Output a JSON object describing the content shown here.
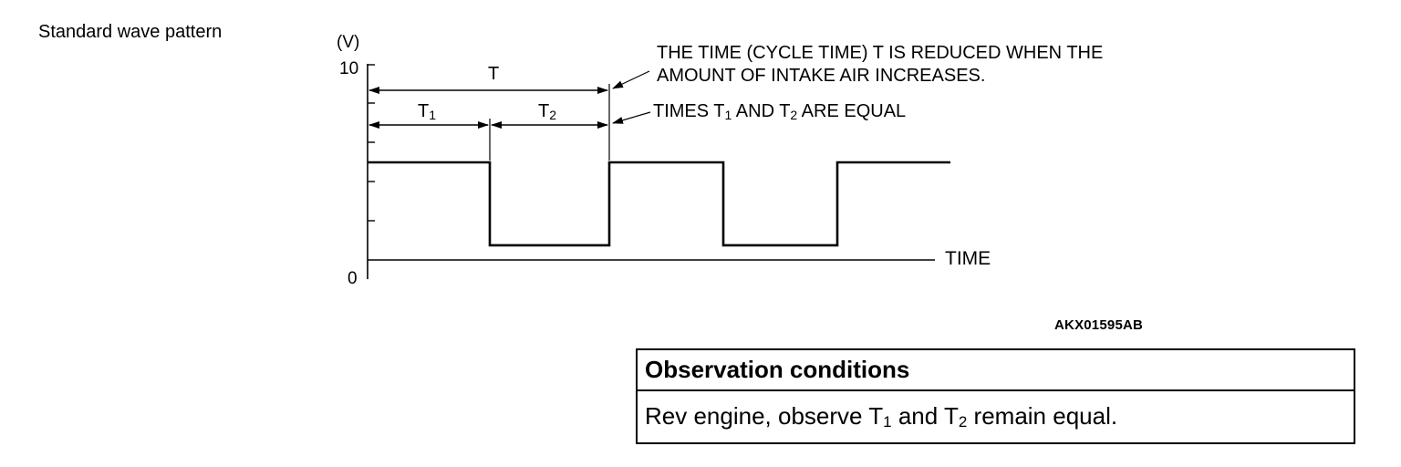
{
  "heading": "Standard wave pattern",
  "diagram": {
    "y_unit": "(V)",
    "y_max_label": "10",
    "y_min_label": "0",
    "x_label": "TIME",
    "period_label": "T",
    "t1_label": "T",
    "t1_sub": "1",
    "t2_label": "T",
    "t2_sub": "2",
    "note1_line1": "THE TIME (CYCLE TIME) T IS REDUCED WHEN THE",
    "note1_line2": "AMOUNT OF INTAKE AIR INCREASES.",
    "note2_a": "TIMES T",
    "note2_sub1": "1",
    "note2_b": " AND T",
    "note2_sub2": "2",
    "note2_c": " ARE EQUAL",
    "wave_high_volts": 5,
    "wave_low_volts": 0.75,
    "figure_id": "AKX01595AB"
  },
  "table": {
    "header": "Observation conditions",
    "body_a": "Rev engine, observe T",
    "body_sub1": "1",
    "body_b": " and T",
    "body_sub2": "2",
    "body_c": " remain equal."
  }
}
